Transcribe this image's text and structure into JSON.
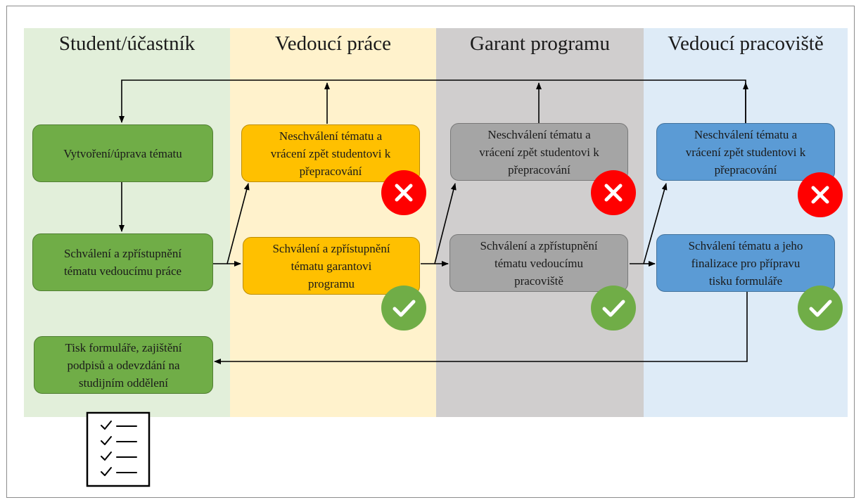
{
  "colors": {
    "student_lane": "#e2efda",
    "supervisor_lane": "#fff2cc",
    "guarantor_lane": "#d0cece",
    "head_lane": "#deebf7",
    "green": "#70ad47",
    "yellow": "#ffc000",
    "gray": "#a5a5a5",
    "blue": "#5b9bd5",
    "reject": "#ff0000",
    "approve": "#70ad47"
  },
  "lanes": {
    "student": "Student/účastník",
    "supervisor": "Vedoucí práce",
    "guarantor": "Garant programu",
    "head": "Vedoucí pracoviště"
  },
  "nodes": {
    "create": [
      "Vytvoření/úprava tématu"
    ],
    "student_approve": [
      "Schválení a zpřístupnění",
      "tématu vedoucímu práce"
    ],
    "print": [
      "Tisk formuláře, zajištění",
      "podpisů a odevzdání na",
      "studijním oddělení"
    ],
    "sup_reject": [
      "Neschválení tématu a",
      "vrácení zpět studentovi k",
      "přepracování"
    ],
    "sup_approve": [
      "Schválení a zpřístupnění",
      "tématu garantovi",
      "programu"
    ],
    "gar_reject": [
      "Neschválení tématu a",
      "vrácení zpět studentovi k",
      "přepracování"
    ],
    "gar_approve": [
      "Schválení a zpřístupnění",
      "tématu vedoucímu",
      "pracoviště"
    ],
    "head_reject": [
      "Neschválení tématu a",
      "vrácení zpět studentovi k",
      "přepracování"
    ],
    "head_approve": [
      "Schválení tématu a jeho",
      "finalizace pro přípravu",
      "tisku formuláře"
    ]
  },
  "icons": {
    "reject": "x-circle-icon",
    "approve": "check-circle-icon",
    "document": "checklist-document-icon"
  }
}
